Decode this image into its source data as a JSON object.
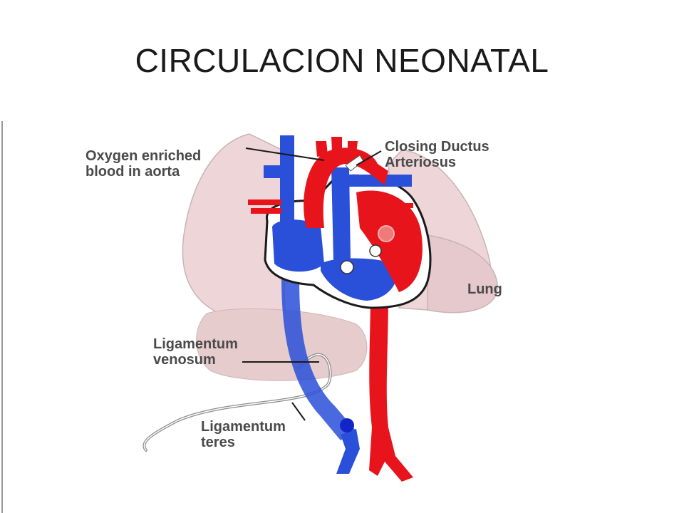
{
  "slide": {
    "title": "CIRCULACION NEONATAL"
  },
  "diagram": {
    "labels": {
      "oxygen_line1": "Oxygen enriched",
      "oxygen_line2": "blood in aorta",
      "ductus_line1": "Closing Ductus",
      "ductus_line2": "Arteriosus",
      "lung": "Lung",
      "venosum_line1": "Ligamentum",
      "venosum_line2": "venosum",
      "teres_line1": "Ligamentum",
      "teres_line2": "teres"
    },
    "colors": {
      "oxygenated": "#e8141c",
      "deoxygenated": "#2a4fd8",
      "lung": "#eed6d8",
      "liver": "#e7cccd",
      "outline": "#1a1a1a"
    }
  }
}
